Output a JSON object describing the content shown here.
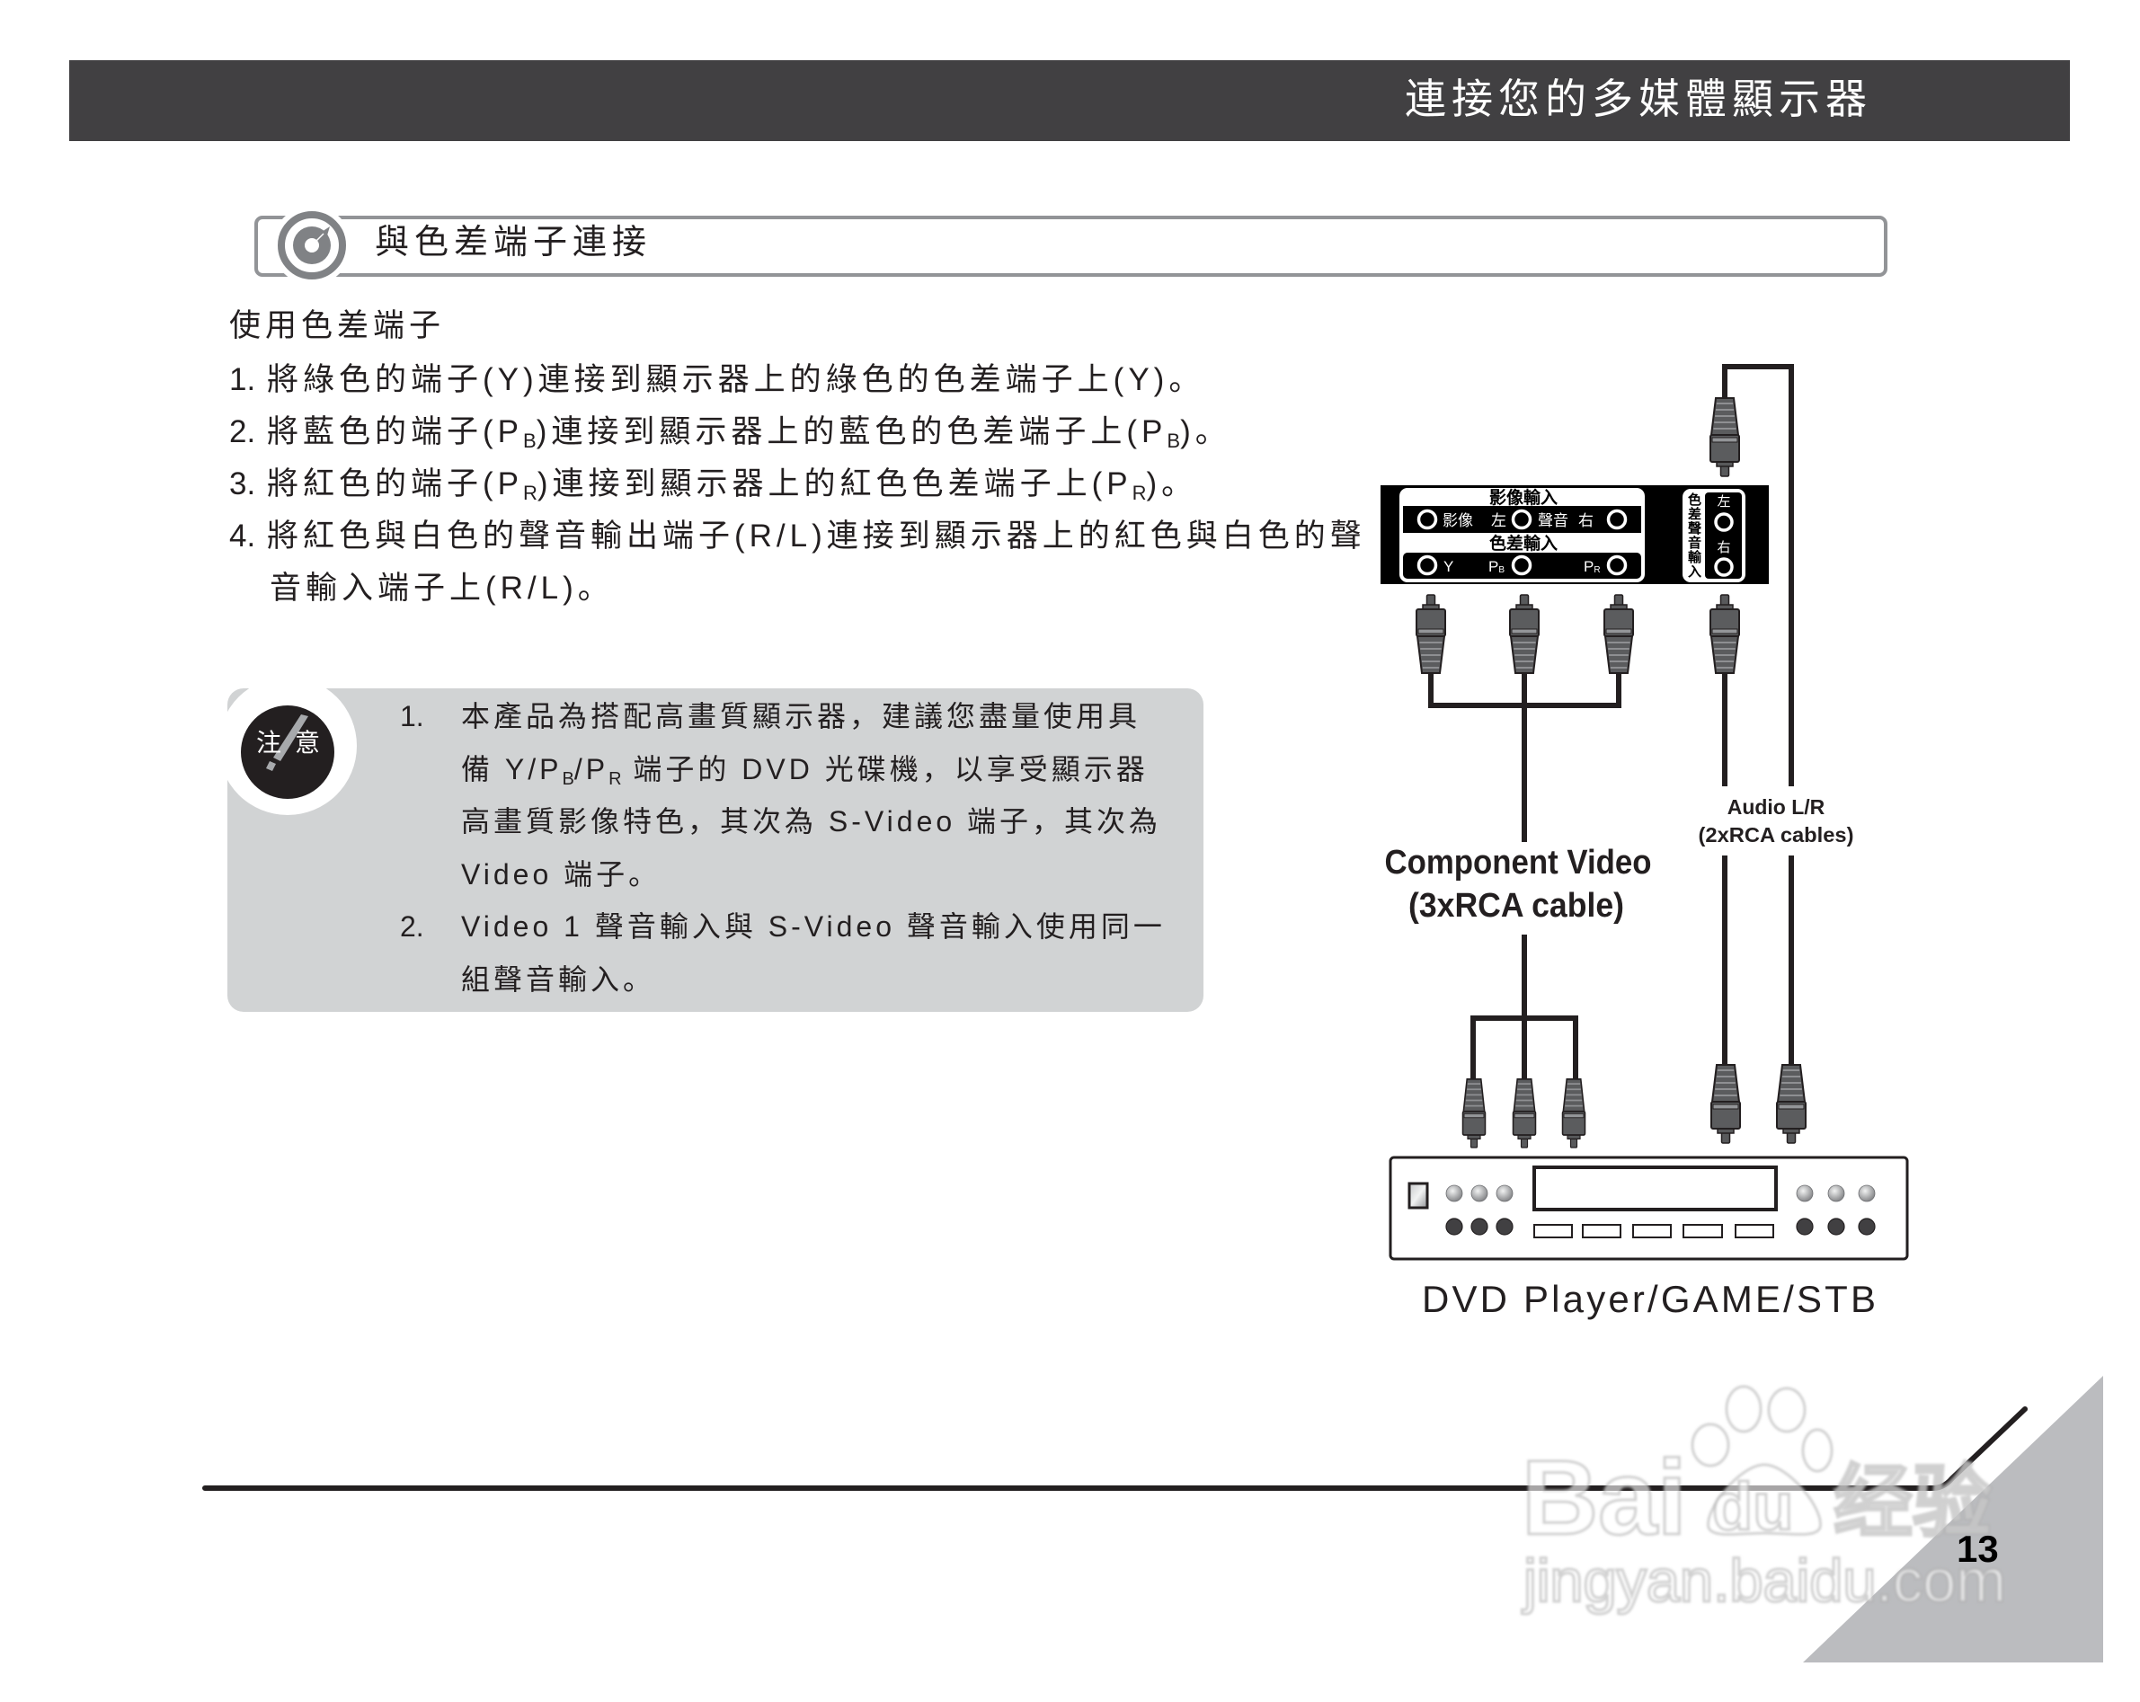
{
  "header": {
    "title": "連接您的多媒體顯示器"
  },
  "section": {
    "title": "與色差端子連接",
    "icon": "target-icon"
  },
  "body": {
    "intro": "使用色差端子",
    "steps": [
      {
        "num": "1.",
        "segments": [
          "將綠色的端子(Y)連接到顯示器上的綠色的色差端子上(Y)。"
        ]
      },
      {
        "num": "2.",
        "segments": [
          "將藍色的端子(P",
          "B",
          ")連接到顯示器上的藍色的色差端子上(P",
          "B",
          ")。"
        ]
      },
      {
        "num": "3.",
        "segments": [
          "將紅色的端子(P",
          "R",
          ")連接到顯示器上的紅色色差端子上(P",
          "R",
          ")。"
        ]
      },
      {
        "num": "4.",
        "segments": [
          "將紅色與白色的聲音輸出端子(R/L)連接到顯示器上的紅色與白色的聲",
          "音輸入端子上(R/L)。"
        ]
      }
    ]
  },
  "note": {
    "badge": "注意",
    "items": [
      {
        "num": "1.",
        "lines": [
          [
            "本產品為搭配高畫質顯示器，建議您盡量使用具"
          ],
          [
            "備 Y/P",
            "B",
            "/P",
            "R",
            " 端子的 DVD 光碟機，以享受顯示器"
          ],
          [
            "高畫質影像特色，其次為 S-Video 端子，其次為"
          ],
          [
            "Video 端子。"
          ]
        ]
      },
      {
        "num": "2.",
        "lines": [
          [
            "Video 1 聲音輸入與 S-Video 聲音輸入使用同一"
          ],
          [
            "組聲音輸入。"
          ]
        ]
      }
    ]
  },
  "diagram": {
    "panel": {
      "video_input_label": "影像輸入",
      "video_row": {
        "video": "影像",
        "left": "左",
        "audio": "聲音",
        "right": "右"
      },
      "component_input_label": "色差輸入",
      "component_row": {
        "y": "Y",
        "pb": "P",
        "pb_sub": "B",
        "pr": "P",
        "pr_sub": "R"
      },
      "component_audio_label": "色差聲音輸入",
      "component_audio_left": "左",
      "component_audio_right": "右"
    },
    "component_cable": {
      "line1": "Component Video",
      "line2": "(3xRCA cable)"
    },
    "audio_cable": {
      "line1": "Audio L/R",
      "line2": "(2xRCA cables)"
    },
    "source_device": {
      "label": "DVD Player/GAME/STB"
    }
  },
  "footer": {
    "page_number": "13"
  },
  "watermark": {
    "brand_left": "Bai",
    "brand_right": "du",
    "brand_cn": "经验",
    "url": "jingyan.baidu.com"
  },
  "colors": {
    "header_bg": "#414042",
    "section_border": "#929497",
    "note_bg": "#d1d3d4",
    "text": "#231f20",
    "corner_triangle": "#bbbcbf",
    "plug_body": "#5b5c5e"
  }
}
